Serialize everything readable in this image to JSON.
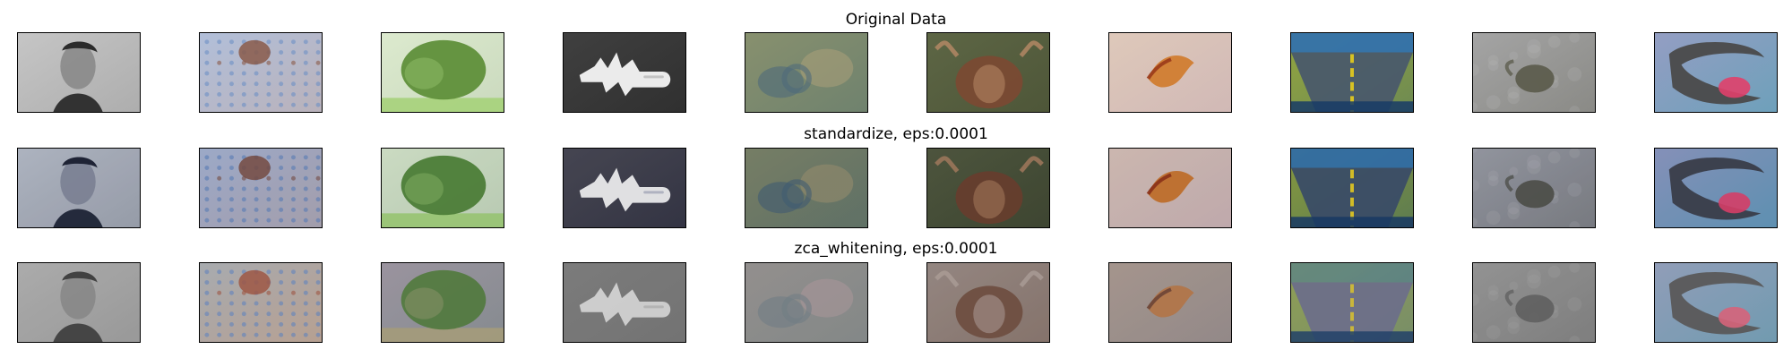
{
  "rows": [
    {
      "title": "Original Data",
      "variant": "orig",
      "images": [
        {
          "subject": "portrait of a man",
          "palette": [
            "#d9d9d9",
            "#2b2b2b",
            "#8a8a8a"
          ]
        },
        {
          "subject": "baby in patterned blanket",
          "palette": [
            "#c9cfe0",
            "#8a5a4a",
            "#6c8fc4"
          ]
        },
        {
          "subject": "green tree",
          "palette": [
            "#eef2ea",
            "#5f8f3a",
            "#a6d17a"
          ]
        },
        {
          "subject": "spiky object on black",
          "palette": [
            "#000000",
            "#bfbfbf",
            "#ffffff"
          ]
        },
        {
          "subject": "blurry colorful scene",
          "palette": [
            "#7a8a6a",
            "#4f6a7a",
            "#b0a27a"
          ]
        },
        {
          "subject": "highland cow",
          "palette": [
            "#3f5a3a",
            "#7a4a33",
            "#b88a66"
          ]
        },
        {
          "subject": "bird in flight",
          "palette": [
            "#e3e3ea",
            "#9a3a1a",
            "#d07a2a"
          ]
        },
        {
          "subject": "road with yellow line",
          "palette": [
            "#7a9a4a",
            "#4a5a6a",
            "#e0c820"
          ]
        },
        {
          "subject": "rock with shell",
          "palette": [
            "#9a9a9a",
            "#5a5a4a",
            "#c2c2c2"
          ]
        },
        {
          "subject": "open mouth toy",
          "palette": [
            "#7abde0",
            "#4a4a4a",
            "#e0406a"
          ]
        }
      ]
    },
    {
      "title": "standardize, eps:0.0001",
      "variant": "std",
      "images": [
        {
          "subject": "portrait of a man",
          "palette": [
            "#c8ced8",
            "#1e2436",
            "#7f8699"
          ]
        },
        {
          "subject": "baby in patterned blanket",
          "palette": [
            "#bcc3d8",
            "#7a4d43",
            "#5c80bd"
          ]
        },
        {
          "subject": "green tree",
          "palette": [
            "#e8efe7",
            "#4f8338",
            "#9fce76"
          ]
        },
        {
          "subject": "spiky object on black",
          "palette": [
            "#0b0b1a",
            "#b3b6c6",
            "#ffffff"
          ]
        },
        {
          "subject": "blurry colorful scene",
          "palette": [
            "#6f7e66",
            "#425f74",
            "#a39572"
          ]
        },
        {
          "subject": "highland cow",
          "palette": [
            "#314b33",
            "#6b3f2d",
            "#ae7f61"
          ]
        },
        {
          "subject": "bird in flight",
          "palette": [
            "#dcdce8",
            "#8f3216",
            "#c66f24"
          ]
        },
        {
          "subject": "road with yellow line",
          "palette": [
            "#6f924a",
            "#3c4f6a",
            "#e6cd24"
          ]
        },
        {
          "subject": "rock with shell",
          "palette": [
            "#8d909a",
            "#4e4f48",
            "#babdc4"
          ]
        },
        {
          "subject": "open mouth toy",
          "palette": [
            "#6fb4de",
            "#3b3e4a",
            "#e0406a"
          ]
        }
      ]
    },
    {
      "title": "zca_whitening, eps:0.0001",
      "variant": "zca",
      "images": [
        {
          "subject": "portrait of a man",
          "palette": [
            "#bdbdbd",
            "#3a3a3a",
            "#8a8a8a"
          ]
        },
        {
          "subject": "baby in patterned blanket",
          "palette": [
            "#c7bfb0",
            "#a1523e",
            "#5d84c4"
          ]
        },
        {
          "subject": "green tree",
          "palette": [
            "#9a93b0",
            "#4f7a3a",
            "#a8a07a"
          ]
        },
        {
          "subject": "spiky object on black",
          "palette": [
            "#5a5a5a",
            "#b8b8b8",
            "#e0e0e0"
          ]
        },
        {
          "subject": "blurry colorful scene",
          "palette": [
            "#8b8e8a",
            "#6f7d86",
            "#b49aa0"
          ]
        },
        {
          "subject": "highland cow",
          "palette": [
            "#8e7f79",
            "#6e4a3b",
            "#b0a09a"
          ]
        },
        {
          "subject": "bird in flight",
          "palette": [
            "#a4a4a9",
            "#6a3e2e",
            "#b87340"
          ]
        },
        {
          "subject": "road with yellow line",
          "palette": [
            "#7c9a5a",
            "#6a6e8a",
            "#d8c230"
          ]
        },
        {
          "subject": "rock with shell",
          "palette": [
            "#8a8a8a",
            "#5c5c5c",
            "#b4b4b4"
          ]
        },
        {
          "subject": "open mouth toy",
          "palette": [
            "#79b7d6",
            "#555555",
            "#e0607a"
          ]
        }
      ]
    }
  ]
}
